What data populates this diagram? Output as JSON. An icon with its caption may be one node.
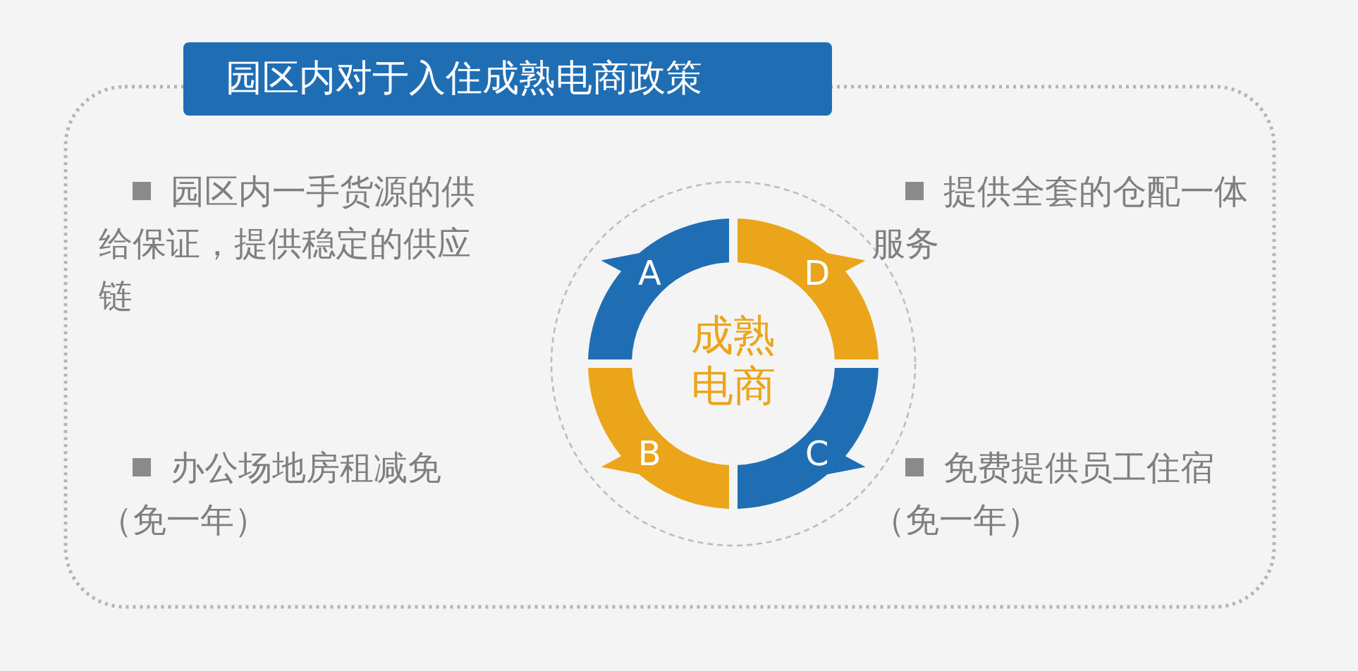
{
  "diagram": {
    "nodes": [
      {
        "text": [
          "园区内对于入住成熟电商政策"
        ]
      },
      {
        "text": [
          "成熟电商"
        ],
        "in": 0
      },
      {
        "text": [
          "A"
        ],
        "in": 1
      },
      {
        "text": [
          "D"
        ],
        "in": 1
      },
      {
        "text": [
          "B"
        ],
        "in": 1
      },
      {
        "text": [
          "C"
        ],
        "in": 1
      }
    ],
    "labels": [
      "园区内一手货源的供给保证，提供稳定的供应链",
      "提供全套的仓配一体服务",
      "办公场地房租减免（免一年）",
      "免费提供员工住宿（免一年）"
    ]
  }
}
